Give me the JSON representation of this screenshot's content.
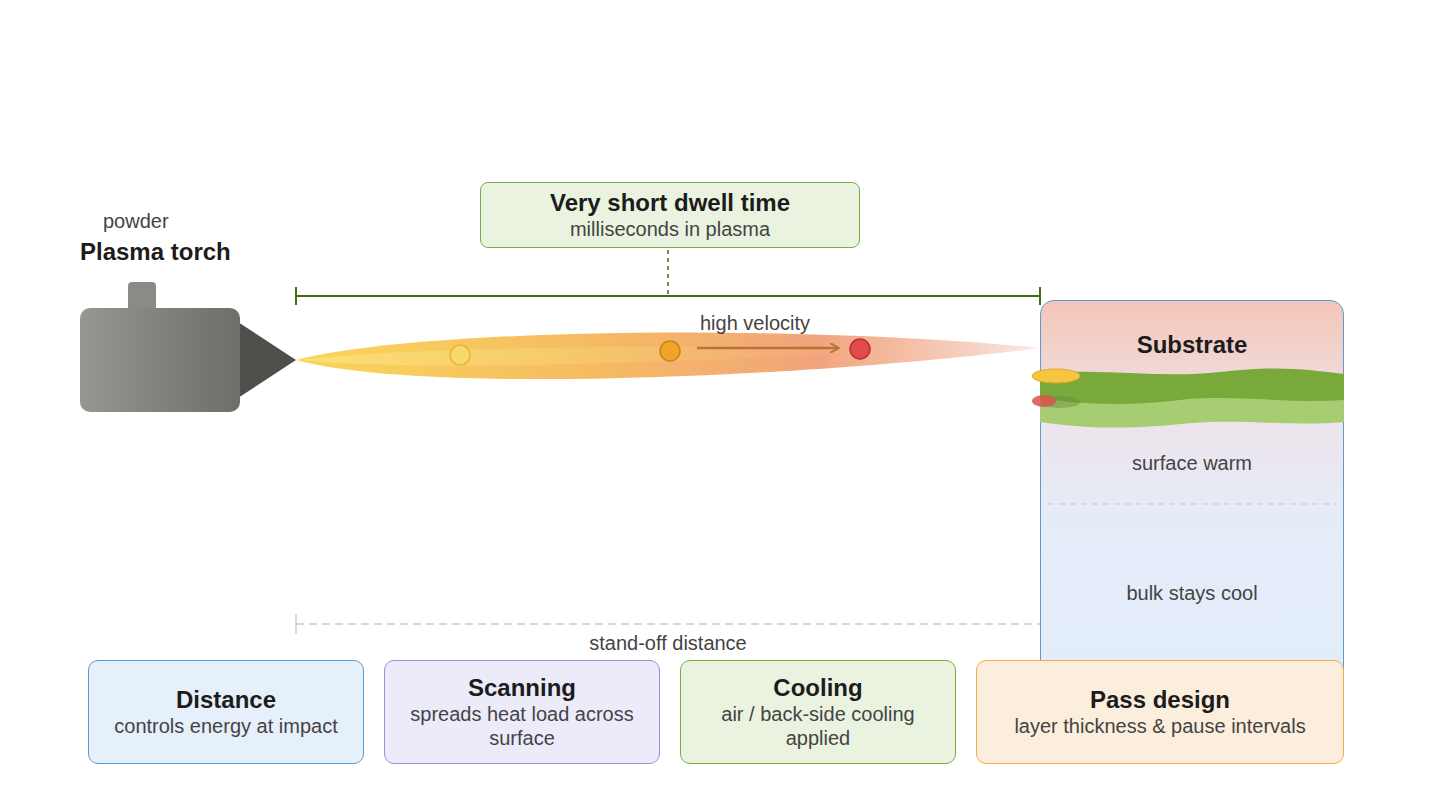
{
  "diagram": {
    "nodes": [
      {
        "text": [
          "Very short dwell time",
          "milliseconds in plasma"
        ]
      },
      {
        "text": [
          "Plasma torch"
        ]
      },
      {
        "text": [
          "Substrate",
          "surface warm",
          "bulk stays cool"
        ]
      },
      {
        "text": [
          "Distance",
          "controls energy at impact"
        ]
      },
      {
        "text": [
          "Scanning",
          "spreads heat load across surface"
        ]
      },
      {
        "text": [
          "Cooling",
          "air / back-side cooling applied"
        ]
      },
      {
        "text": [
          "Pass design",
          "layer thickness & pause intervals"
        ]
      }
    ],
    "labels": [
      "powder",
      "high velocity",
      "stand-off distance"
    ]
  }
}
